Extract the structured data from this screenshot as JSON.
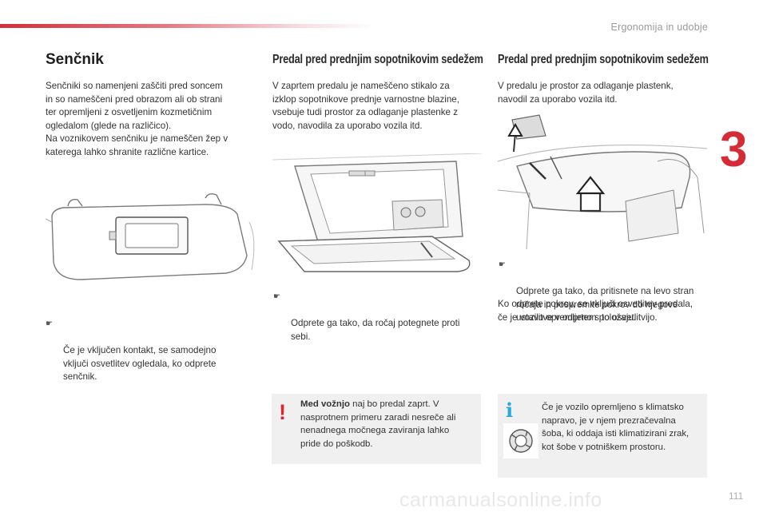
{
  "header": {
    "chapter_title": "Ergonomija in udobje",
    "chapter_number": "3",
    "page_number": "111",
    "accent_color": "#d52b37"
  },
  "watermark": "carmanualsonline.info",
  "col1": {
    "title": "Senčnik",
    "intro": "Senčniki so namenjeni zaščiti pred soncem\nin so nameščeni pred obrazom ali ob strani\nter opremljeni z osvetljenim kozmetičnim\nogledalom (glede na različico).\nNa voznikovem senčniku je nameščen žep v\nkaterega lahko shranite različne kartice.",
    "bullet": "Če je vključen kontakt, se samodejno\nvključi osvetlitev ogledala, ko odprete\nsenčnik."
  },
  "col2": {
    "title": "Predal pred prednjim sopotnikovim sedežem",
    "intro": "V zaprtem predalu je nameščeno stikalo za\nizklop sopotnikove prednje varnostne blazine,\nvsebuje tudi prostor za odlaganje plastenke z\nvodo, navodila za uporabo vozila itd.",
    "bullet": "Odprete ga tako, da ročaj potegnete proti\nsebi.",
    "warning_bold": "Med vožnjo",
    "warning_text": " naj bo predal zaprt. V\nnasprotnem primeru zaradi nesreče ali\nnenadnega močnega zaviranja lahko\npride do poškodb."
  },
  "col3": {
    "title": "Predal pred prednjim sopotnikovim sedežem",
    "intro": "V predalu je prostor za odlaganje plastenk,\nnavodil za uporabo vozila itd.",
    "bullet": "Odprete ga tako, da pritisnete na levo stran\nročaja in pospremite pokrov do njegove\nustavitve v odprtem položaju.",
    "after": "Ko odprete pokrov, se vključi osvetlitev predala,\nče je vozilo opremljeno s to osvetlitvijo.",
    "info_text": "Če je vozilo opremljeno s klimatsko\nnapravo, je v njem prezračevalna\nšoba, ki oddaja isti klimatizirani zrak,\nkot šobe v potniškem prostoru."
  }
}
